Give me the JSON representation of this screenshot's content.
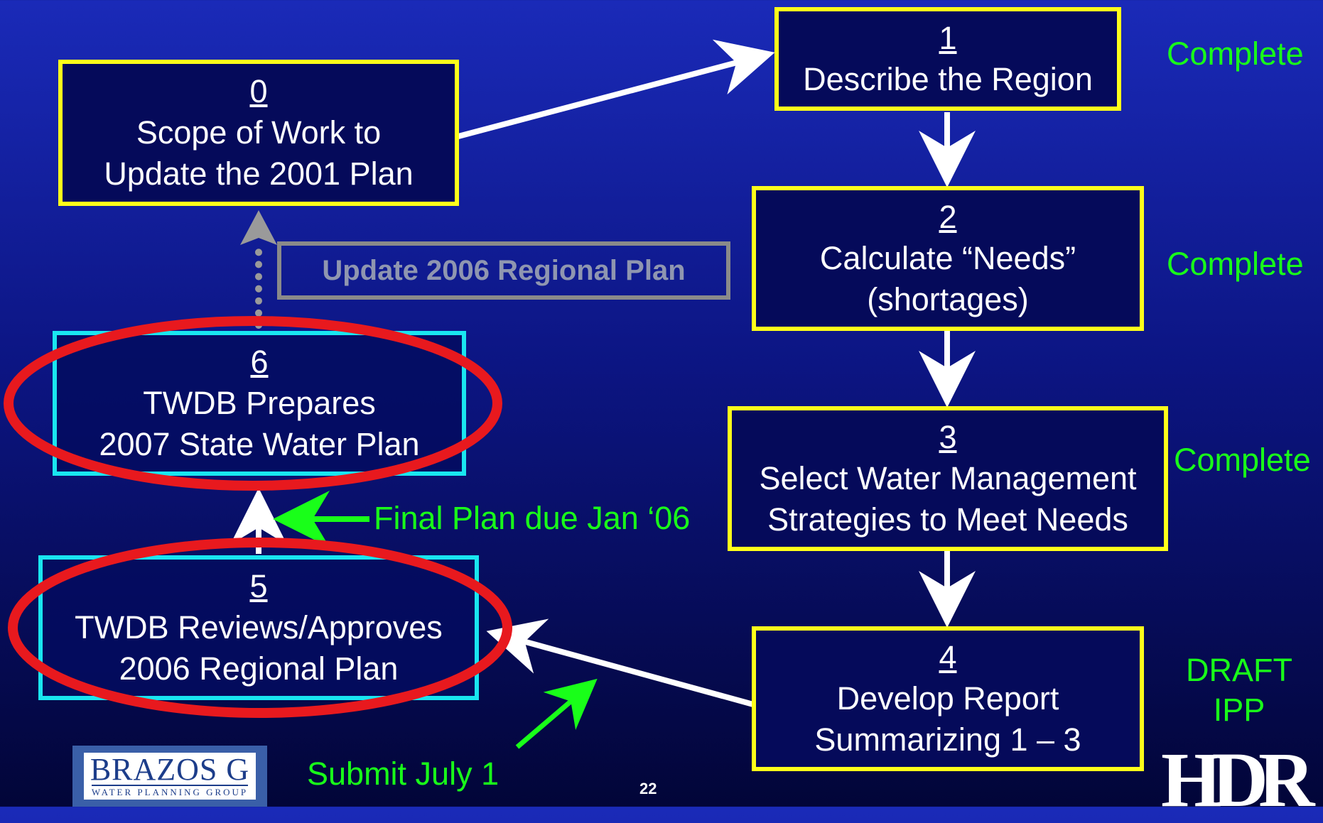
{
  "steps": {
    "s0": {
      "num": "0",
      "line1": "Scope of Work to",
      "line2": "Update the 2001 Plan"
    },
    "s1": {
      "num": "1",
      "line1": "Describe the Region"
    },
    "s2": {
      "num": "2",
      "line1": "Calculate “Needs”",
      "line2": "(shortages)"
    },
    "s3": {
      "num": "3",
      "line1": "Select Water Management",
      "line2": "Strategies to Meet Needs"
    },
    "s4": {
      "num": "4",
      "line1": "Develop Report",
      "line2": "Summarizing 1 – 3"
    },
    "s5": {
      "num": "5",
      "line1": "TWDB Reviews/Approves",
      "line2": "2006 Regional Plan"
    },
    "s6": {
      "num": "6",
      "line1": "TWDB Prepares",
      "line2": "2007 State Water Plan"
    }
  },
  "status": {
    "s1": "Complete",
    "s2": "Complete",
    "s3": "Complete",
    "s4_line1": "DRAFT",
    "s4_line2": "IPP"
  },
  "annotations": {
    "update_plan": "Update 2006 Regional Plan",
    "final_plan_due": "Final Plan due Jan ‘06",
    "submit": "Submit July 1"
  },
  "slide_number": "22",
  "logos": {
    "brazos_title": "BRAZOS G",
    "brazos_subtitle": "WATER PLANNING GROUP",
    "hdr": "HDR"
  },
  "colors": {
    "background_top": "#1a2ab8",
    "background_bottom": "#020538",
    "box_border_yellow": "#ffff1a",
    "box_border_cyan": "#19e6f0",
    "status_green": "#19ff19",
    "highlight_red": "#e8191e",
    "update_border_gray": "#8a8a8a"
  }
}
